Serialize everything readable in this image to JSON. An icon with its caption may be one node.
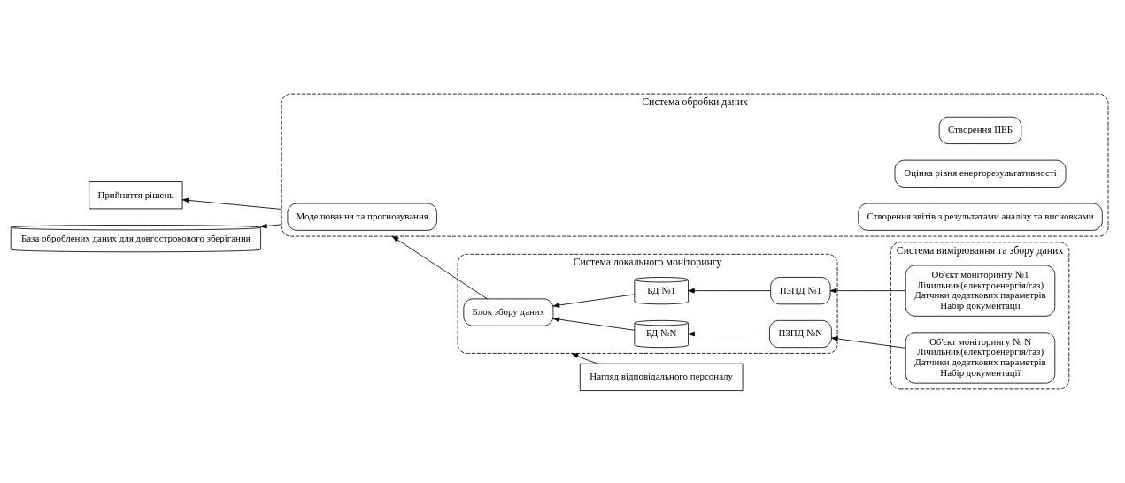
{
  "diagram": {
    "nodes": [
      {
        "text": [
          "Прийняття рішень"
        ]
      },
      {
        "text": [
          "Система обробки даних"
        ]
      },
      {
        "text": [
          "Моделювання та прогнозування"
        ],
        "in": 1
      },
      {
        "text": [
          "Створення ПЕБ"
        ],
        "in": 1
      },
      {
        "text": [
          "Оцінка рівня енергорезультативності"
        ],
        "in": 1
      },
      {
        "text": [
          "Створення звітів з результатами аналізу та висновками"
        ],
        "in": 1
      },
      {
        "text": [
          "Система локального моніторингу"
        ]
      },
      {
        "text": [
          "Блок збору даних"
        ],
        "in": 6
      },
      {
        "text": [
          "БД №1"
        ],
        "in": 6
      },
      {
        "text": [
          "ПЗПД №1"
        ],
        "in": 6
      },
      {
        "text": [
          "БД №N"
        ],
        "in": 6
      },
      {
        "text": [
          "ПЗПД №N"
        ],
        "in": 6
      },
      {
        "text": [
          "Система вимірювання та збору даних"
        ]
      },
      {
        "text": [
          "Об'єкт моніторингу №1",
          "Лічильник(електроенергія/газ)",
          "Датчики додаткових параметрів",
          "Набір документації"
        ],
        "in": 12
      },
      {
        "text": [
          "Об'єкт моніторингу № N",
          "Лічильник(електроенергія/газ)",
          "Датчики додаткових параметрів",
          "Набір документації"
        ],
        "in": 12
      },
      {
        "text": [
          "База оброблених даних для довгострокового зберігання"
        ]
      },
      {
        "text": [
          "Нагляд відповідального персоналу"
        ]
      }
    ],
    "edges": [
      {
        "from": 13,
        "to": 9,
        "arrow": "to"
      },
      {
        "from": 14,
        "to": 11,
        "arrow": "to"
      },
      {
        "from": 9,
        "to": 8,
        "arrow": "to"
      },
      {
        "from": 11,
        "to": 10,
        "arrow": "to"
      },
      {
        "from": 8,
        "to": 7,
        "arrow": "to"
      },
      {
        "from": 10,
        "to": 7,
        "arrow": "to"
      },
      {
        "from": 7,
        "to": 1,
        "arrow": "to"
      },
      {
        "from": 1,
        "to": 0,
        "arrow": "to"
      },
      {
        "from": 1,
        "to": 15,
        "arrow": "to"
      },
      {
        "from": 16,
        "to": 6,
        "arrow": "to"
      }
    ]
  }
}
